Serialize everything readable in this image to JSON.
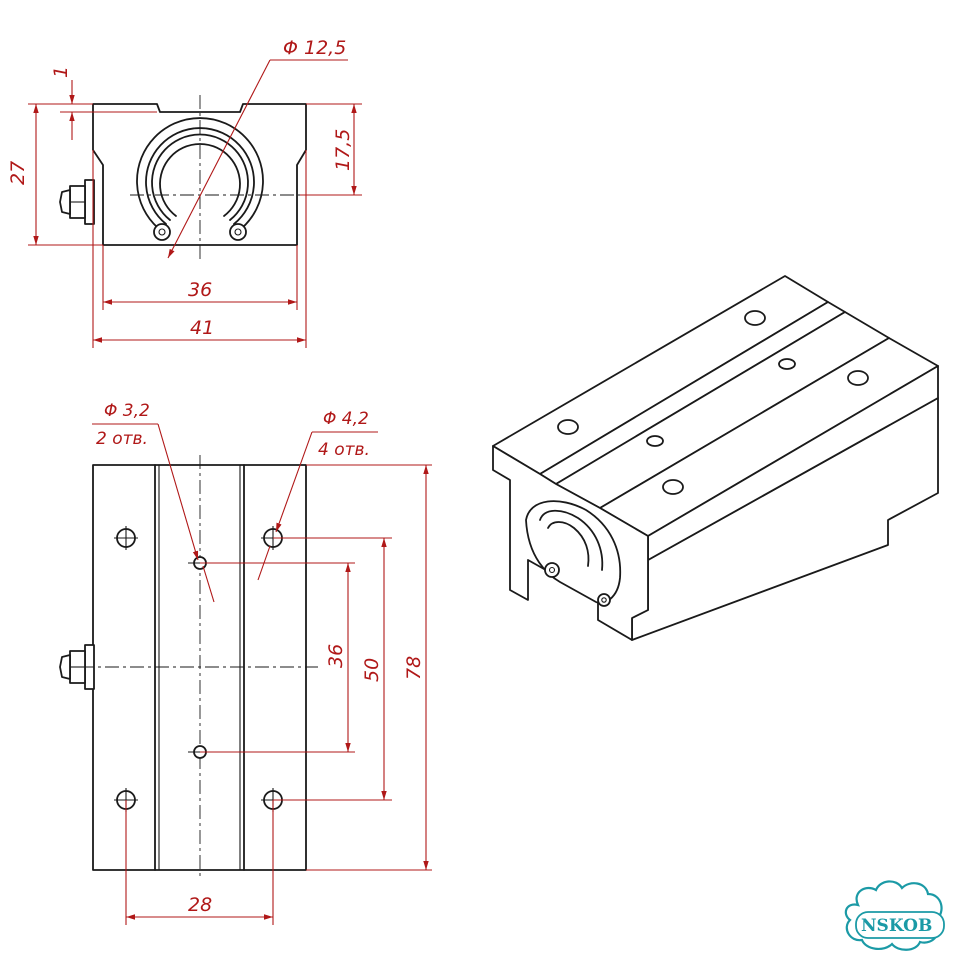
{
  "colors": {
    "line": "#1a1a1a",
    "dimension": "#b01818",
    "logo": "#1b9aa6",
    "background": "#ffffff"
  },
  "front_view": {
    "dim_hole_diameter": "Φ 12,5",
    "dim_top_offset": "1",
    "dim_height": "27",
    "dim_center_height": "17,5",
    "dim_inner_width": "36",
    "dim_overall_width": "41"
  },
  "top_view": {
    "small_hole_label": "Φ 3,2",
    "small_hole_count": "2 отв.",
    "large_hole_label": "Φ 4,2",
    "large_hole_count": "4 отв.",
    "dim_small_spacing": "36",
    "dim_large_spacing": "50",
    "dim_length": "78",
    "dim_hole_width": "28"
  },
  "isometric_view": {},
  "logo": {
    "text": "NSKOB"
  }
}
